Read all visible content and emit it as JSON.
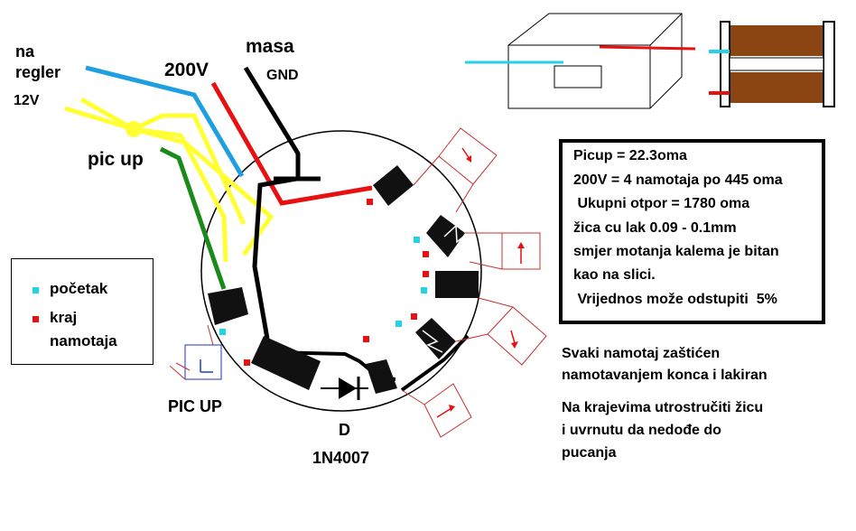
{
  "labels": {
    "na_regler": "na",
    "regler": "regler",
    "v12": "12V",
    "v200": "200V",
    "masa": "masa",
    "gnd": "GND",
    "pic_up": "pic up",
    "pic_up_caps": "PIC UP",
    "diode_letter": "D",
    "diode_model": "1N4007"
  },
  "spec": {
    "lines": [
      "Picup = 22.3oma",
      "200V = 4 namotaja po 445 oma",
      " Ukupni otpor = 1780 oma",
      "žica cu lak 0.09 - 0.1mm",
      "smjer motanja kalema je bitan",
      "kao na slici.",
      " Vrijednos može odstupiti  5%"
    ]
  },
  "legend": {
    "start_label": "početak",
    "end_label_1": "kraj",
    "end_label_2": "namotaja",
    "start_color": "#22d3e6",
    "end_color": "#e81010"
  },
  "notes": {
    "line1": "Svaki namotaj zaštićen",
    "line2": "namotavanjem konca i lakiran",
    "line3": "Na krajevima utrostručiti žicu",
    "line4": "i uvrnutu da nedođe do",
    "line5": "pucanja"
  },
  "colors": {
    "wire_blue": "#1e9fe0",
    "wire_yellow": "#ffff33",
    "wire_red": "#e81010",
    "wire_green": "#1a8a1a",
    "wire_black": "#000000",
    "coil_brown": "#8b4513",
    "cyan": "#22d3e6"
  }
}
